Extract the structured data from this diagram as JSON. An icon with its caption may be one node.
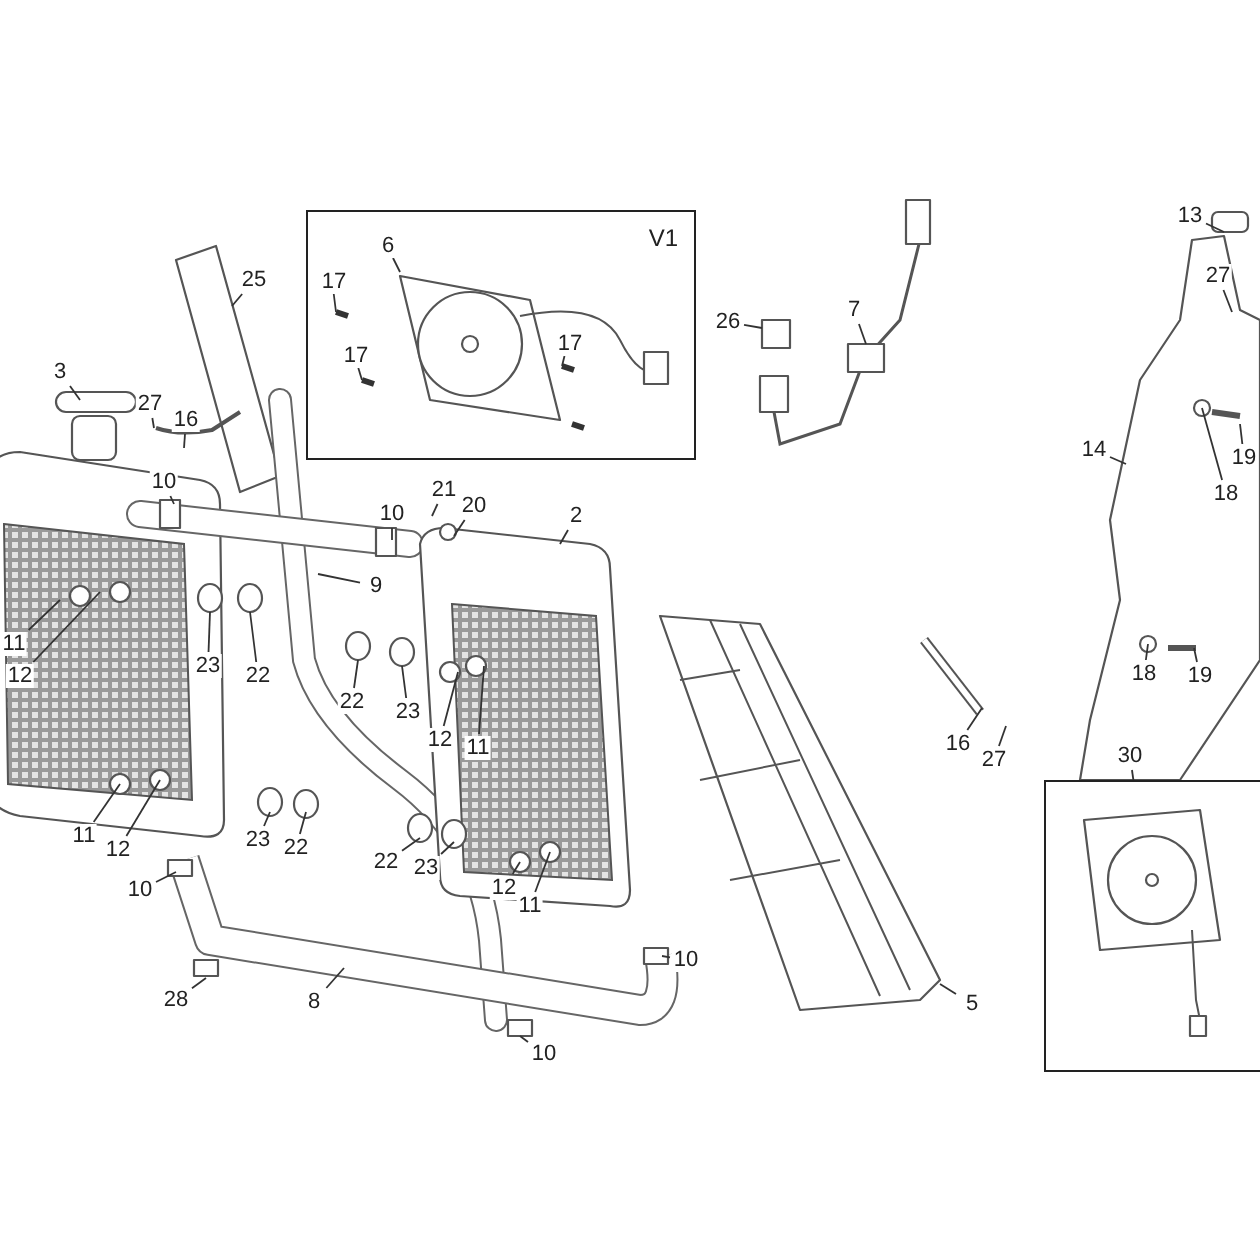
{
  "diagram": {
    "nodes": [
      {
        "text": [
          "V1"
        ]
      },
      {
        "text": [
          "6"
        ],
        "in": 0
      },
      {
        "text": [
          "17"
        ],
        "in": 0
      },
      {
        "text": [
          "17"
        ],
        "in": 0
      },
      {
        "text": [
          "17"
        ],
        "in": 0
      },
      {
        "text": [
          "13"
        ]
      },
      {
        "text": [
          "25"
        ]
      },
      {
        "text": [
          "27"
        ]
      },
      {
        "text": [
          "26"
        ]
      },
      {
        "text": [
          "7"
        ]
      },
      {
        "text": [
          "3"
        ]
      },
      {
        "text": [
          "27"
        ]
      },
      {
        "text": [
          "16"
        ]
      },
      {
        "text": [
          "14"
        ]
      },
      {
        "text": [
          "19"
        ]
      },
      {
        "text": [
          "10"
        ]
      },
      {
        "text": [
          "21"
        ]
      },
      {
        "text": [
          "18"
        ]
      },
      {
        "text": [
          "20"
        ]
      },
      {
        "text": [
          "10"
        ]
      },
      {
        "text": [
          "2"
        ]
      },
      {
        "text": [
          "9"
        ]
      },
      {
        "text": [
          "11"
        ]
      },
      {
        "text": [
          "12"
        ]
      },
      {
        "text": [
          "23"
        ]
      },
      {
        "text": [
          "22"
        ]
      },
      {
        "text": [
          "18"
        ]
      },
      {
        "text": [
          "19"
        ]
      },
      {
        "text": [
          "22"
        ]
      },
      {
        "text": [
          "23"
        ]
      },
      {
        "text": [
          "12"
        ]
      },
      {
        "text": [
          "11"
        ]
      },
      {
        "text": [
          "16"
        ]
      },
      {
        "text": [
          "30"
        ]
      },
      {
        "text": [
          "27"
        ]
      },
      {
        "text": [],
        "shape": "box"
      },
      {
        "text": [
          "11"
        ]
      },
      {
        "text": [
          "12"
        ]
      },
      {
        "text": [
          "23"
        ]
      },
      {
        "text": [
          "22"
        ]
      },
      {
        "text": [
          "22"
        ]
      },
      {
        "text": [
          "23"
        ]
      },
      {
        "text": [
          "12"
        ]
      },
      {
        "text": [
          "11"
        ]
      },
      {
        "text": [
          "10"
        ]
      },
      {
        "text": [
          "28"
        ]
      },
      {
        "text": [
          "8"
        ]
      },
      {
        "text": [
          "10"
        ]
      },
      {
        "text": [
          "5"
        ]
      },
      {
        "text": [
          "10"
        ]
      }
    ],
    "edges": [
      {
        "from": 1,
        "to": null,
        "arrow": "none"
      },
      {
        "from": 2,
        "to": null,
        "arrow": "none"
      },
      {
        "from": 3,
        "to": null,
        "arrow": "none"
      },
      {
        "from": 4,
        "to": null,
        "arrow": "none"
      },
      {
        "from": 5,
        "to": null,
        "arrow": "none"
      },
      {
        "from": 6,
        "to": null,
        "arrow": "none"
      },
      {
        "from": 7,
        "to": null,
        "arrow": "none"
      },
      {
        "from": 8,
        "to": null,
        "arrow": "none"
      },
      {
        "from": 9,
        "to": null,
        "arrow": "none"
      },
      {
        "from": 10,
        "to": null,
        "arrow": "none"
      },
      {
        "from": 11,
        "to": null,
        "arrow": "none"
      },
      {
        "from": 12,
        "to": null,
        "arrow": "none"
      },
      {
        "from": 13,
        "to": null,
        "arrow": "none"
      },
      {
        "from": 14,
        "to": null,
        "arrow": "none"
      },
      {
        "from": 15,
        "to": null,
        "arrow": "none"
      },
      {
        "from": 16,
        "to": null,
        "arrow": "none"
      },
      {
        "from": 17,
        "to": null,
        "arrow": "none"
      },
      {
        "from": 18,
        "to": null,
        "arrow": "none"
      },
      {
        "from": 19,
        "to": null,
        "arrow": "none"
      },
      {
        "from": 20,
        "to": null,
        "arrow": "none"
      },
      {
        "from": 21,
        "to": null,
        "arrow": "none"
      },
      {
        "from": 22,
        "to": null,
        "arrow": "none"
      },
      {
        "from": 23,
        "to": null,
        "arrow": "none"
      },
      {
        "from": 24,
        "to": null,
        "arrow": "none"
      },
      {
        "from": 25,
        "to": null,
        "arrow": "none"
      },
      {
        "from": 26,
        "to": null,
        "arrow": "none"
      },
      {
        "from": 27,
        "to": null,
        "arrow": "none"
      },
      {
        "from": 28,
        "to": null,
        "arrow": "none"
      },
      {
        "from": 29,
        "to": null,
        "arrow": "none"
      },
      {
        "from": 30,
        "to": null,
        "arrow": "none"
      },
      {
        "from": 31,
        "to": null,
        "arrow": "none"
      },
      {
        "from": 32,
        "to": null,
        "arrow": "none"
      },
      {
        "from": 33,
        "to": 35,
        "arrow": "none"
      },
      {
        "from": 34,
        "to": null,
        "arrow": "none"
      },
      {
        "from": 36,
        "to": null,
        "arrow": "none"
      },
      {
        "from": 37,
        "to": null,
        "arrow": "none"
      },
      {
        "from": 38,
        "to": null,
        "arrow": "none"
      },
      {
        "from": 39,
        "to": null,
        "arrow": "none"
      },
      {
        "from": 40,
        "to": null,
        "arrow": "none"
      },
      {
        "from": 41,
        "to": null,
        "arrow": "none"
      },
      {
        "from": 42,
        "to": null,
        "arrow": "none"
      },
      {
        "from": 43,
        "to": null,
        "arrow": "none"
      },
      {
        "from": 44,
        "to": null,
        "arrow": "none"
      },
      {
        "from": 45,
        "to": null,
        "arrow": "none"
      },
      {
        "from": 46,
        "to": null,
        "arrow": "none"
      },
      {
        "from": 47,
        "to": null,
        "arrow": "none"
      },
      {
        "from": 48,
        "to": null,
        "arrow": "none"
      },
      {
        "from": 49,
        "to": null,
        "arrow": "none"
      }
    ]
  }
}
